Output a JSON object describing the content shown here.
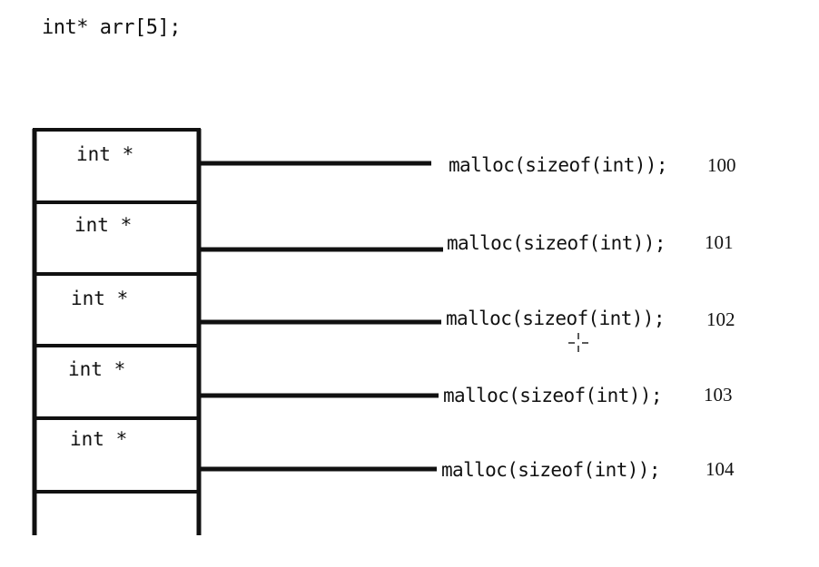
{
  "declaration": "int* arr[5];",
  "cells": [
    {
      "label": "int *",
      "call": "malloc(sizeof(int));",
      "address": "100"
    },
    {
      "label": "int *",
      "call": "malloc(sizeof(int));",
      "address": "101"
    },
    {
      "label": "int *",
      "call": "malloc(sizeof(int));",
      "address": "102"
    },
    {
      "label": "int *",
      "call": "malloc(sizeof(int));",
      "address": "103"
    },
    {
      "label": "int *",
      "call": "malloc(sizeof(int));",
      "address": "104"
    }
  ],
  "colors": {
    "stroke": "#111111",
    "text": "#111111",
    "background": "#ffffff"
  }
}
